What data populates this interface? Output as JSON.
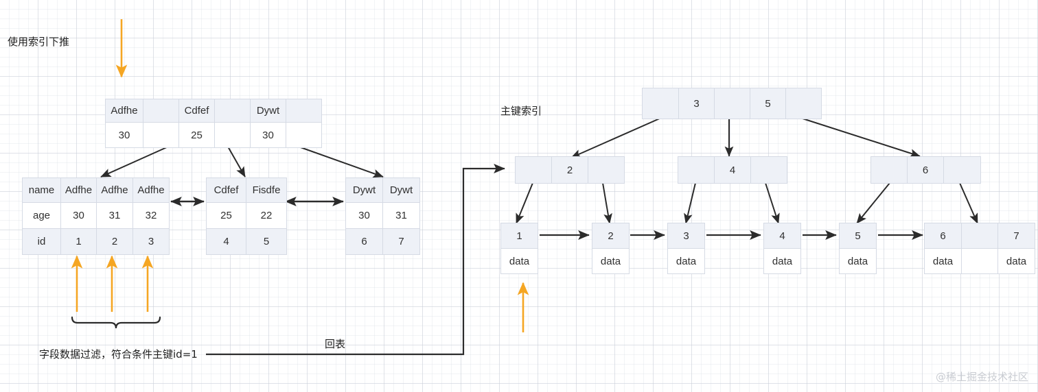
{
  "labels": {
    "index_pushdown": "使用索引下推",
    "primary_key_index": "主键索引",
    "filter_note": "字段数据过滤，符合条件主键id=1",
    "back_to_table": "回表"
  },
  "watermark": "@稀土掘金技术社区",
  "colors": {
    "arrow_black": "#2b2b2b",
    "arrow_orange": "#f5a623",
    "cell_header_bg": "#eef1f7",
    "cell_bg": "#ffffff",
    "cell_border": "#d5dae4",
    "grid_line": "#c8cdd7"
  },
  "secondary_index": {
    "root": {
      "name": "secondary-index-root",
      "columns": [
        {
          "key": "Adfhe",
          "value": "30"
        },
        {
          "key": "",
          "value": ""
        },
        {
          "key": "Cdfef",
          "value": "25"
        },
        {
          "key": "",
          "value": ""
        },
        {
          "key": "Dywt",
          "value": "30"
        },
        {
          "key": "",
          "value": ""
        }
      ]
    },
    "leaves": [
      {
        "name": "secondary-leaf-1",
        "row_labels": [
          "name",
          "age",
          "id"
        ],
        "entries": [
          {
            "name": "Adfhe",
            "age": "30",
            "id": "1"
          },
          {
            "name": "Adfhe",
            "age": "31",
            "id": "2"
          },
          {
            "name": "Adfhe",
            "age": "32",
            "id": "3"
          }
        ]
      },
      {
        "name": "secondary-leaf-2",
        "row_labels": [
          "",
          "",
          ""
        ],
        "entries": [
          {
            "name": "Cdfef",
            "age": "25",
            "id": "4"
          },
          {
            "name": "Fisdfe",
            "age": "22",
            "id": "5"
          }
        ]
      },
      {
        "name": "secondary-leaf-3",
        "row_labels": [
          "",
          "",
          ""
        ],
        "entries": [
          {
            "name": "Dywt",
            "age": "30",
            "id": "6"
          },
          {
            "name": "Dywt",
            "age": "31",
            "id": "7"
          }
        ]
      }
    ]
  },
  "primary_index": {
    "root": {
      "name": "primary-root-node",
      "cells": [
        "",
        "3",
        "",
        "5",
        ""
      ]
    },
    "internal": [
      {
        "name": "primary-internal-node-2",
        "cells": [
          "",
          "2",
          ""
        ]
      },
      {
        "name": "primary-internal-node-4",
        "cells": [
          "",
          "4",
          ""
        ]
      },
      {
        "name": "primary-internal-node-6",
        "cells": [
          "",
          "6",
          ""
        ]
      }
    ],
    "leaves": [
      {
        "name": "primary-leaf-1",
        "cells": [
          {
            "key": "1",
            "data": "data"
          }
        ]
      },
      {
        "name": "primary-leaf-2",
        "cells": [
          {
            "key": "2",
            "data": "data"
          }
        ]
      },
      {
        "name": "primary-leaf-3",
        "cells": [
          {
            "key": "3",
            "data": "data"
          }
        ]
      },
      {
        "name": "primary-leaf-4",
        "cells": [
          {
            "key": "4",
            "data": "data"
          }
        ]
      },
      {
        "name": "primary-leaf-5",
        "cells": [
          {
            "key": "5",
            "data": "data"
          }
        ]
      },
      {
        "name": "primary-leaf-67",
        "cells": [
          {
            "key": "6",
            "data": "data"
          },
          {
            "key": "",
            "data": ""
          },
          {
            "key": "7",
            "data": "data"
          }
        ]
      }
    ]
  }
}
